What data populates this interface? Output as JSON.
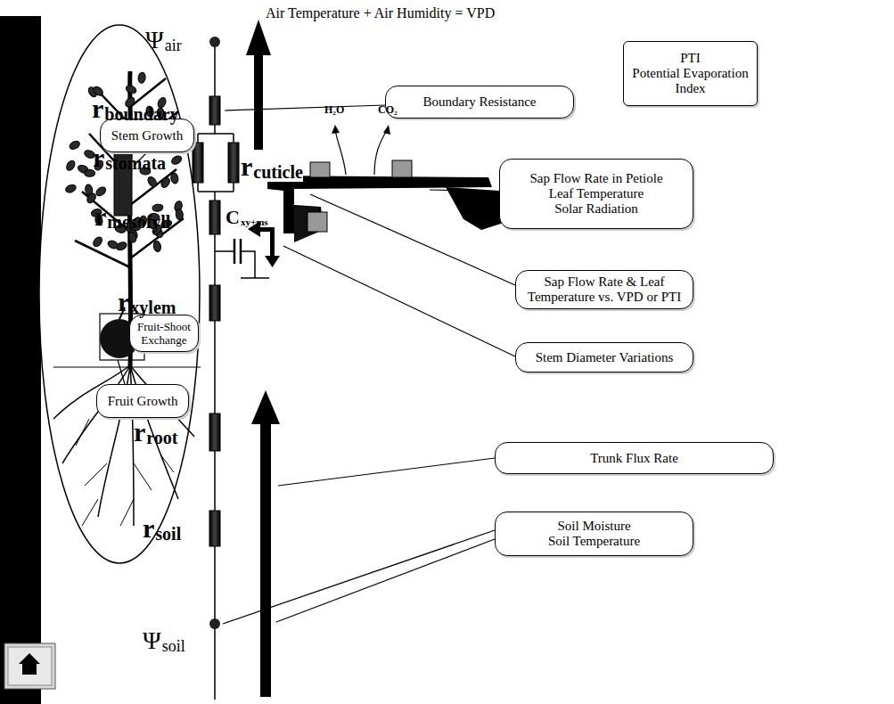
{
  "diagram": {
    "nodes": [
      {
        "text": [
          "PTI",
          "Potential Evaporation Index"
        ]
      },
      {
        "text": [
          "Boundary Resistance"
        ]
      },
      {
        "text": [
          "Stem Growth"
        ]
      },
      {
        "text": [
          "Sap Flow Rate in Petiole",
          "Leaf Temperature",
          "Solar Radiation"
        ]
      },
      {
        "text": [
          "Sap Flow Rate & Leaf Temperature vs. VPD or PTI"
        ]
      },
      {
        "text": [
          "Fruit-Shoot Exchange"
        ]
      },
      {
        "text": [
          "Stem Diameter Variations"
        ]
      },
      {
        "text": [
          "Fruit Growth"
        ]
      },
      {
        "text": [
          "Trunk Flux Rate"
        ]
      },
      {
        "text": [
          "Soil Moisture",
          "Soil Temperature"
        ]
      }
    ],
    "labels": [
      "Air Temperature + Air Humidity = VPD",
      "Ψ",
      "air",
      "r",
      "boundary",
      "H₂O",
      "CO₂",
      "r",
      "stomata",
      "r",
      "cuticle",
      "r",
      "mesofyll",
      "C",
      "xy+ms",
      "r",
      "xylem",
      "r",
      "root",
      "r",
      "soil",
      "Ψ",
      "soil"
    ]
  }
}
